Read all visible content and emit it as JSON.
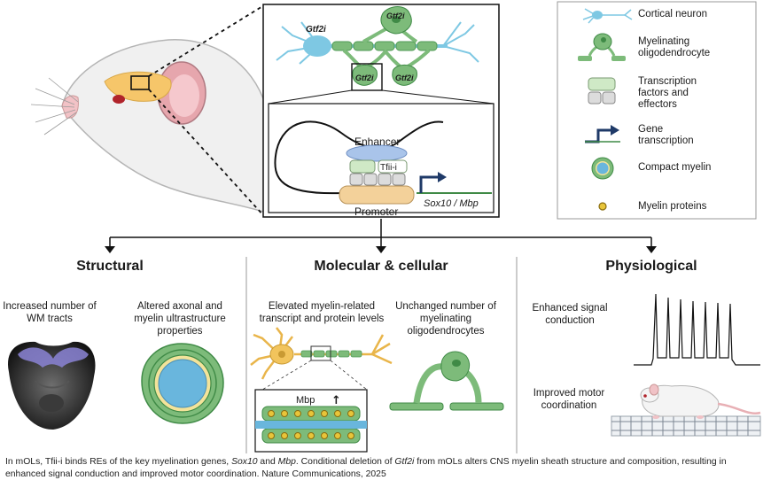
{
  "legend": {
    "items": [
      {
        "label": "Cortical neuron"
      },
      {
        "label": "Myelinating oligodendrocyte"
      },
      {
        "label": "Transcription factors and effectors"
      },
      {
        "label": "Gene transcription"
      },
      {
        "label": "Compact myelin"
      },
      {
        "label": "Myelin proteins"
      }
    ]
  },
  "inset": {
    "gtf2i_label": "Gtf2i",
    "enhancer_label": "Enhancer",
    "tfii_label": "Tfii-i",
    "promoter_label": "Promoter",
    "gene_label": "Sox10 / Mbp"
  },
  "sections": {
    "structural": {
      "title": "Structural",
      "item1": "Increased number of WM tracts",
      "item2": "Altered axonal and myelin ultrastructure properties"
    },
    "molecular": {
      "title": "Molecular & cellular",
      "item1": "Elevated myelin-related transcript and protein levels",
      "item2": "Unchanged number of myelinating oligodendrocytes",
      "mbp_label": "Mbp",
      "mbp_arrow": "↑"
    },
    "physiological": {
      "title": "Physiological",
      "item1": "Enhanced signal conduction",
      "item2": "Improved motor coordination"
    }
  },
  "caption": {
    "part1": "In mOLs, Tfii-i binds REs of the key myelination genes, ",
    "gene1": "Sox10",
    "part2": " and ",
    "gene2": "Mbp",
    "part3": ". Conditional deletion of ",
    "gene3": "Gtf2i",
    "part4": " from mOLs alters CNS myelin sheath structure and composition, resulting in enhanced signal conduction and improved motor coordination. Nature Communications, 2025"
  },
  "colors": {
    "neuron_blue": "#7ec8e3",
    "oligo_green": "#7dbb7a",
    "oligo_dark": "#3f8a46",
    "tf_green": "#cfe9c6",
    "tf_grey": "#dcdcdc",
    "enhancer_blue": "#a9c4ea",
    "promoter_tan": "#f3d19a",
    "arrow_navy": "#1f3a68",
    "brain_purple": "#8b84d6",
    "myelin_yellow": "#f3e39a",
    "axon_blue": "#69b6dd"
  }
}
